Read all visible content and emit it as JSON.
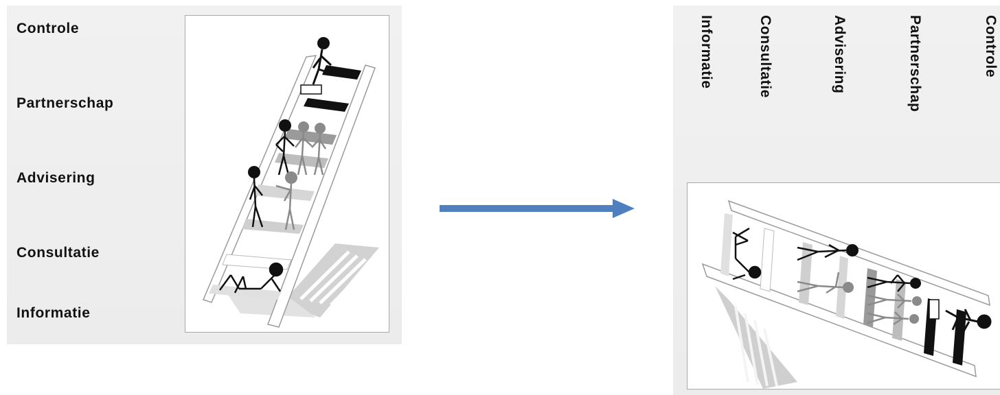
{
  "levels": {
    "controle": "Controle",
    "partnerschap": "Partnerschap",
    "advisering": "Advisering",
    "consultatie": "Consultatie",
    "informatie": "Informatie"
  },
  "colors": {
    "arrow": "#4f7fbe",
    "panel": "#eeeeee"
  },
  "icons": {
    "arrow": "arrow-right-icon",
    "ladder": "participation-ladder-illustration"
  }
}
